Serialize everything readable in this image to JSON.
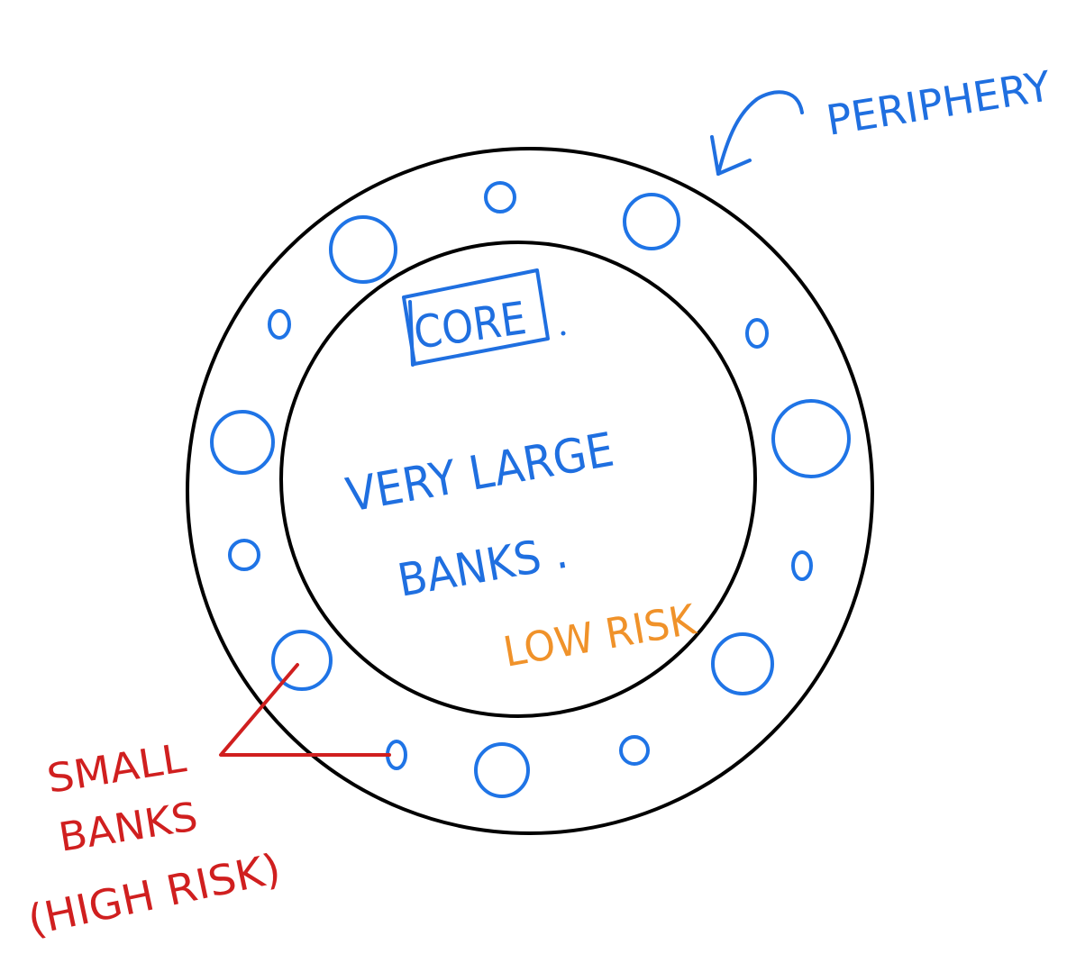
{
  "labels": {
    "periphery": "PERIPHERY",
    "core": "CORE",
    "very_large": "VERY LARGE",
    "banks": "BANKS .",
    "low_risk": "LOW RISK",
    "small": "SMALL",
    "small_banks": "BANKS",
    "high_risk": "(HIGH RISK)"
  },
  "colors": {
    "ring": "#000000",
    "bank": "#1f74e6",
    "blue_text": "#1f6fe0",
    "red_text": "#d01f1f",
    "orange_text": "#f0922a"
  }
}
